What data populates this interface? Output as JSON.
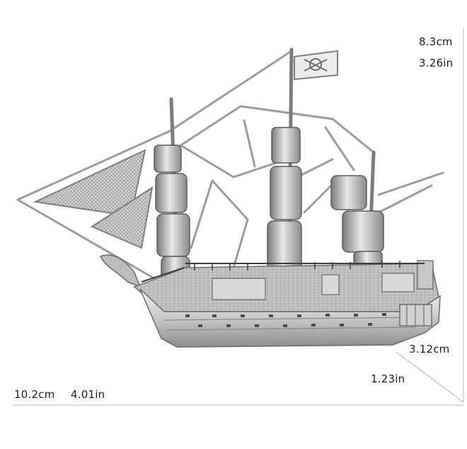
{
  "dimensions": {
    "height_cm": "8.3cm",
    "height_in": "3.26in",
    "depth_cm": "3.12cm",
    "depth_in": "1.23in",
    "width_cm": "10.2cm",
    "width_in": "4.01in"
  },
  "colors": {
    "metal_light": "#e6e6e6",
    "metal_mid": "#a9a9a9",
    "metal_dark": "#4a4a4a",
    "guide_line": "#b5b5b5"
  }
}
